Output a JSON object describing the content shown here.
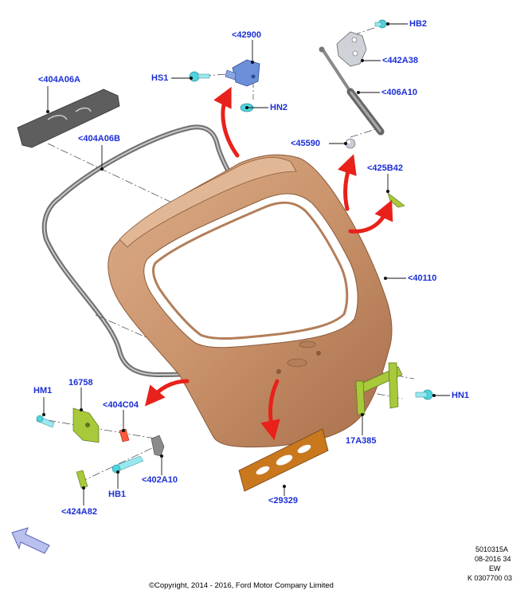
{
  "callouts": {
    "hb2": "HB2",
    "p42900": "<42900",
    "hs1": "HS1",
    "hn2": "HN2",
    "p442a38": "<442A38",
    "p404a06a": "<404A06A",
    "p406a10": "<406A10",
    "p404a06b": "<404A06B",
    "p45590": "<45590",
    "p425b42": "<425B42",
    "p40110": "<40110",
    "hm1": "HM1",
    "p16758": "16758",
    "p404c04": "<404C04",
    "hn1": "HN1",
    "p17a385": "17A385",
    "hb1": "HB1",
    "p402a10": "<402A10",
    "p29329": "<29329",
    "p424a82": "<424A82"
  },
  "meta": {
    "line1": "5010315A",
    "line2": "08-2016 34",
    "line3": "EW",
    "line4": "K 0307700 03"
  },
  "copyright": "©Copyright, 2014 - 2016, Ford Motor Company Limited",
  "colors": {
    "callout_text": "#1b2fd6",
    "gate_body": "#c9926a",
    "arrow_red": "#e8211a",
    "fastener_cyan": "#4fd4e0",
    "bracket_green": "#a7c93a",
    "shield_orange": "#c9781e",
    "seal_gray": "#6f6f6f",
    "nav_arrow": "#b9c0ee"
  }
}
